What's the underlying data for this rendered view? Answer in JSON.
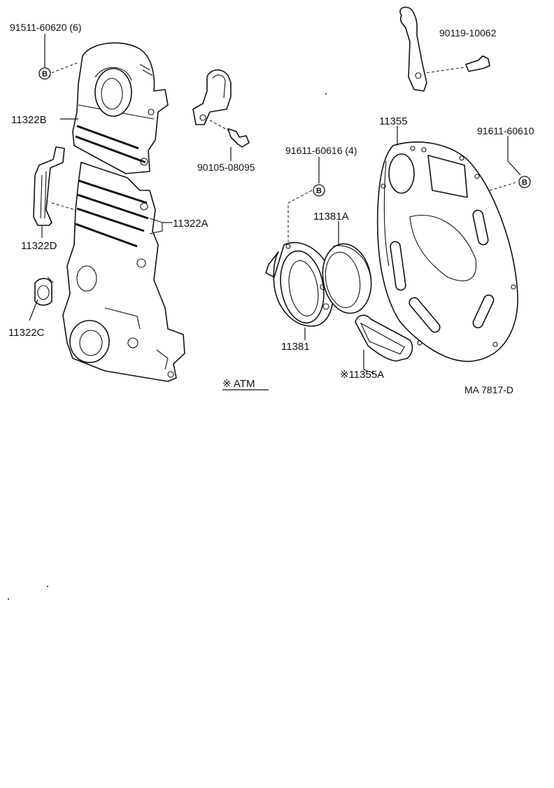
{
  "diagram": {
    "labels": {
      "p91511": "91511-60620 (6)",
      "p11322B": "11322B",
      "p11322A": "11322A",
      "p11322D": "11322D",
      "p11322C": "11322C",
      "p90105": "90105-08095",
      "p90119": "90119-10062",
      "p11355": "11355",
      "p91611a": "91611-60610",
      "p91611b": "91611-60616 (4)",
      "p11381A": "11381A",
      "p11381": "11381",
      "p11355A": "※11355A",
      "atm": "※ ATM",
      "ref": "MA  7817-D"
    },
    "callout_letter": "B"
  }
}
